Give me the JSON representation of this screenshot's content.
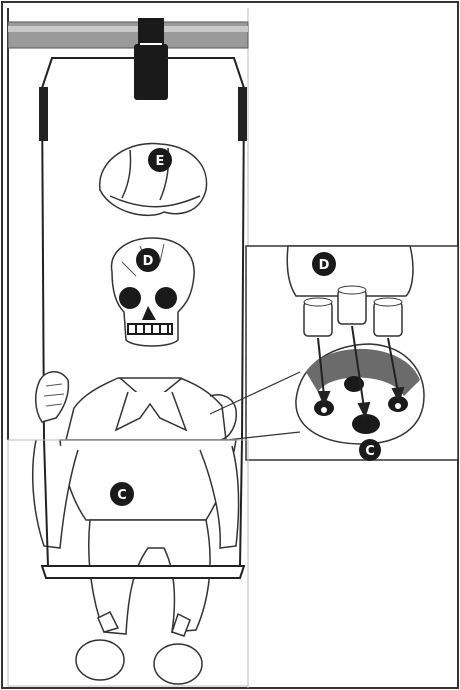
{
  "labels": {
    "hat": "E",
    "head": "D",
    "body": "C",
    "inset_top": "D",
    "inset_bottom": "C"
  },
  "colors": {
    "line": "#222222",
    "bar": "#9a9a9a",
    "badge": "#1a1a1a",
    "plug": "#6b6b6b",
    "paper": "#ffffff",
    "divider": "#bdbdbd"
  },
  "icons": [
    "hanger-clamp-icon",
    "hat-icon",
    "skull-icon",
    "skeleton-body-icon",
    "swing-seat-icon",
    "connector-plug-icon",
    "connector-socket-icon"
  ]
}
